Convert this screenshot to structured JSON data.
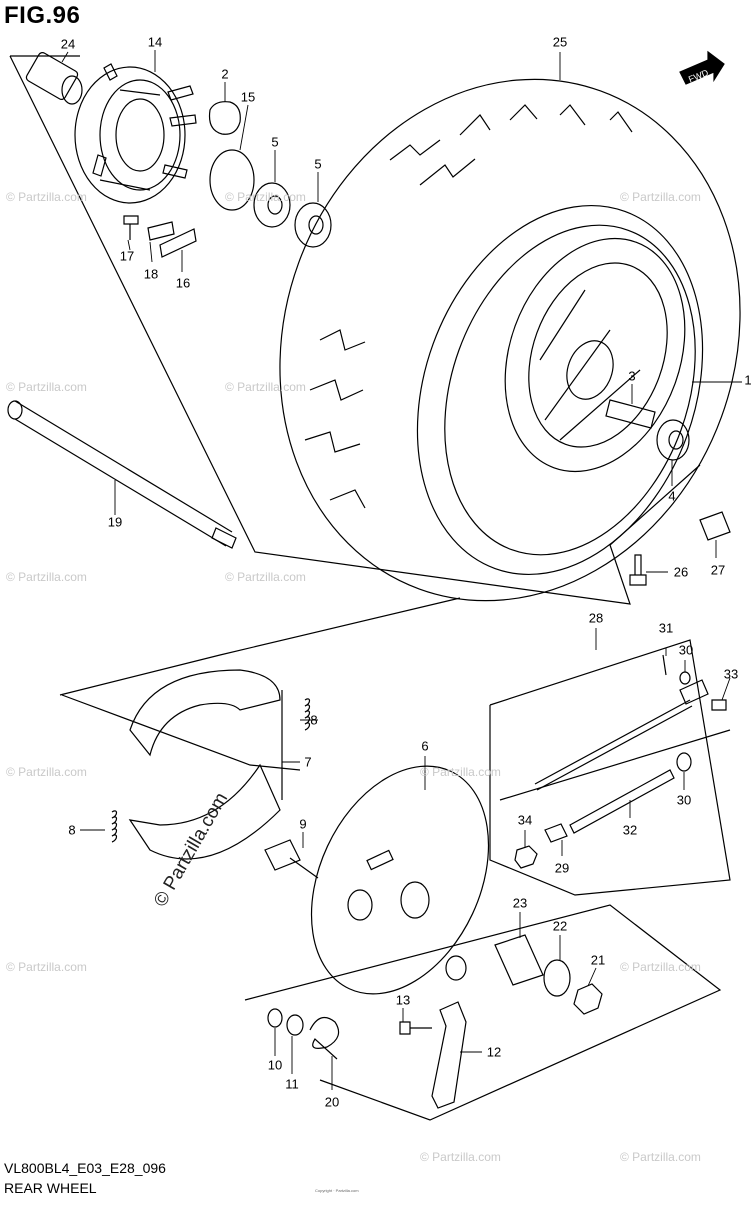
{
  "figure": {
    "title": "FIG.96",
    "code": "VL800BL4_E03_E28_096",
    "caption": "REAR WHEEL",
    "fine_print": "Copyright · Partzilla.com"
  },
  "fwd_badge": "FWD",
  "watermark": {
    "text": "© Partzilla.com",
    "vertical_text": "© Partzilla.com"
  },
  "callouts": [
    "24",
    "14",
    "2",
    "15",
    "5",
    "5",
    "25",
    "17",
    "18",
    "16",
    "1",
    "3",
    "4",
    "19",
    "26",
    "27",
    "28",
    "31",
    "30",
    "33",
    "8",
    "7",
    "6",
    "30",
    "8",
    "9",
    "34",
    "32",
    "29",
    "23",
    "22",
    "21",
    "13",
    "12",
    "10",
    "11",
    "20"
  ]
}
